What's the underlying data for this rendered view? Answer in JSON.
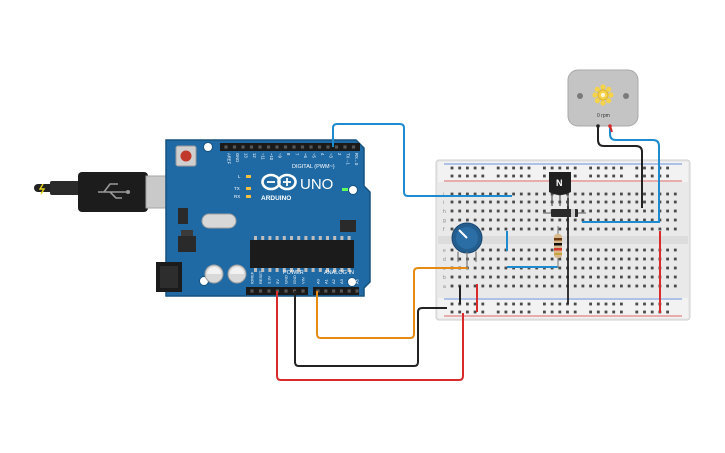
{
  "arduino": {
    "brand": "ARDUINO",
    "model": "UNO",
    "digital_label": "DIGITAL (PWM~)",
    "power_label": "POWER",
    "analog_label": "ANALOG IN",
    "on_label": "ON",
    "led_labels": [
      "L",
      "TX",
      "RX"
    ],
    "digital_pins": [
      "AREF",
      "GND",
      "13",
      "12",
      "~11",
      "~10",
      "~9",
      "8",
      "7",
      "~6",
      "~5",
      "4",
      "~3",
      "2",
      "TX→1",
      "RX←0"
    ],
    "power_pins": [
      "IOREF",
      "RESET",
      "3.3V",
      "5V",
      "GND",
      "GND",
      "VIN"
    ],
    "analog_pins": [
      "A0",
      "A1",
      "A2",
      "A3",
      "A4",
      "A5"
    ]
  },
  "motor": {
    "readout": "0 rpm"
  },
  "transistor": {
    "label": "N"
  },
  "breadboard": {
    "row_letters_top": [
      "j",
      "i",
      "h",
      "g",
      "f"
    ],
    "row_letters_bottom": [
      "e",
      "d",
      "c",
      "b",
      "a"
    ],
    "columns": 30
  },
  "colors": {
    "board": "#1f6aa5",
    "board_dark": "#17527f",
    "wire_blue": "#1c8bd0",
    "wire_red": "#d92b2b",
    "wire_black": "#222222",
    "wire_orange": "#e58a12"
  }
}
